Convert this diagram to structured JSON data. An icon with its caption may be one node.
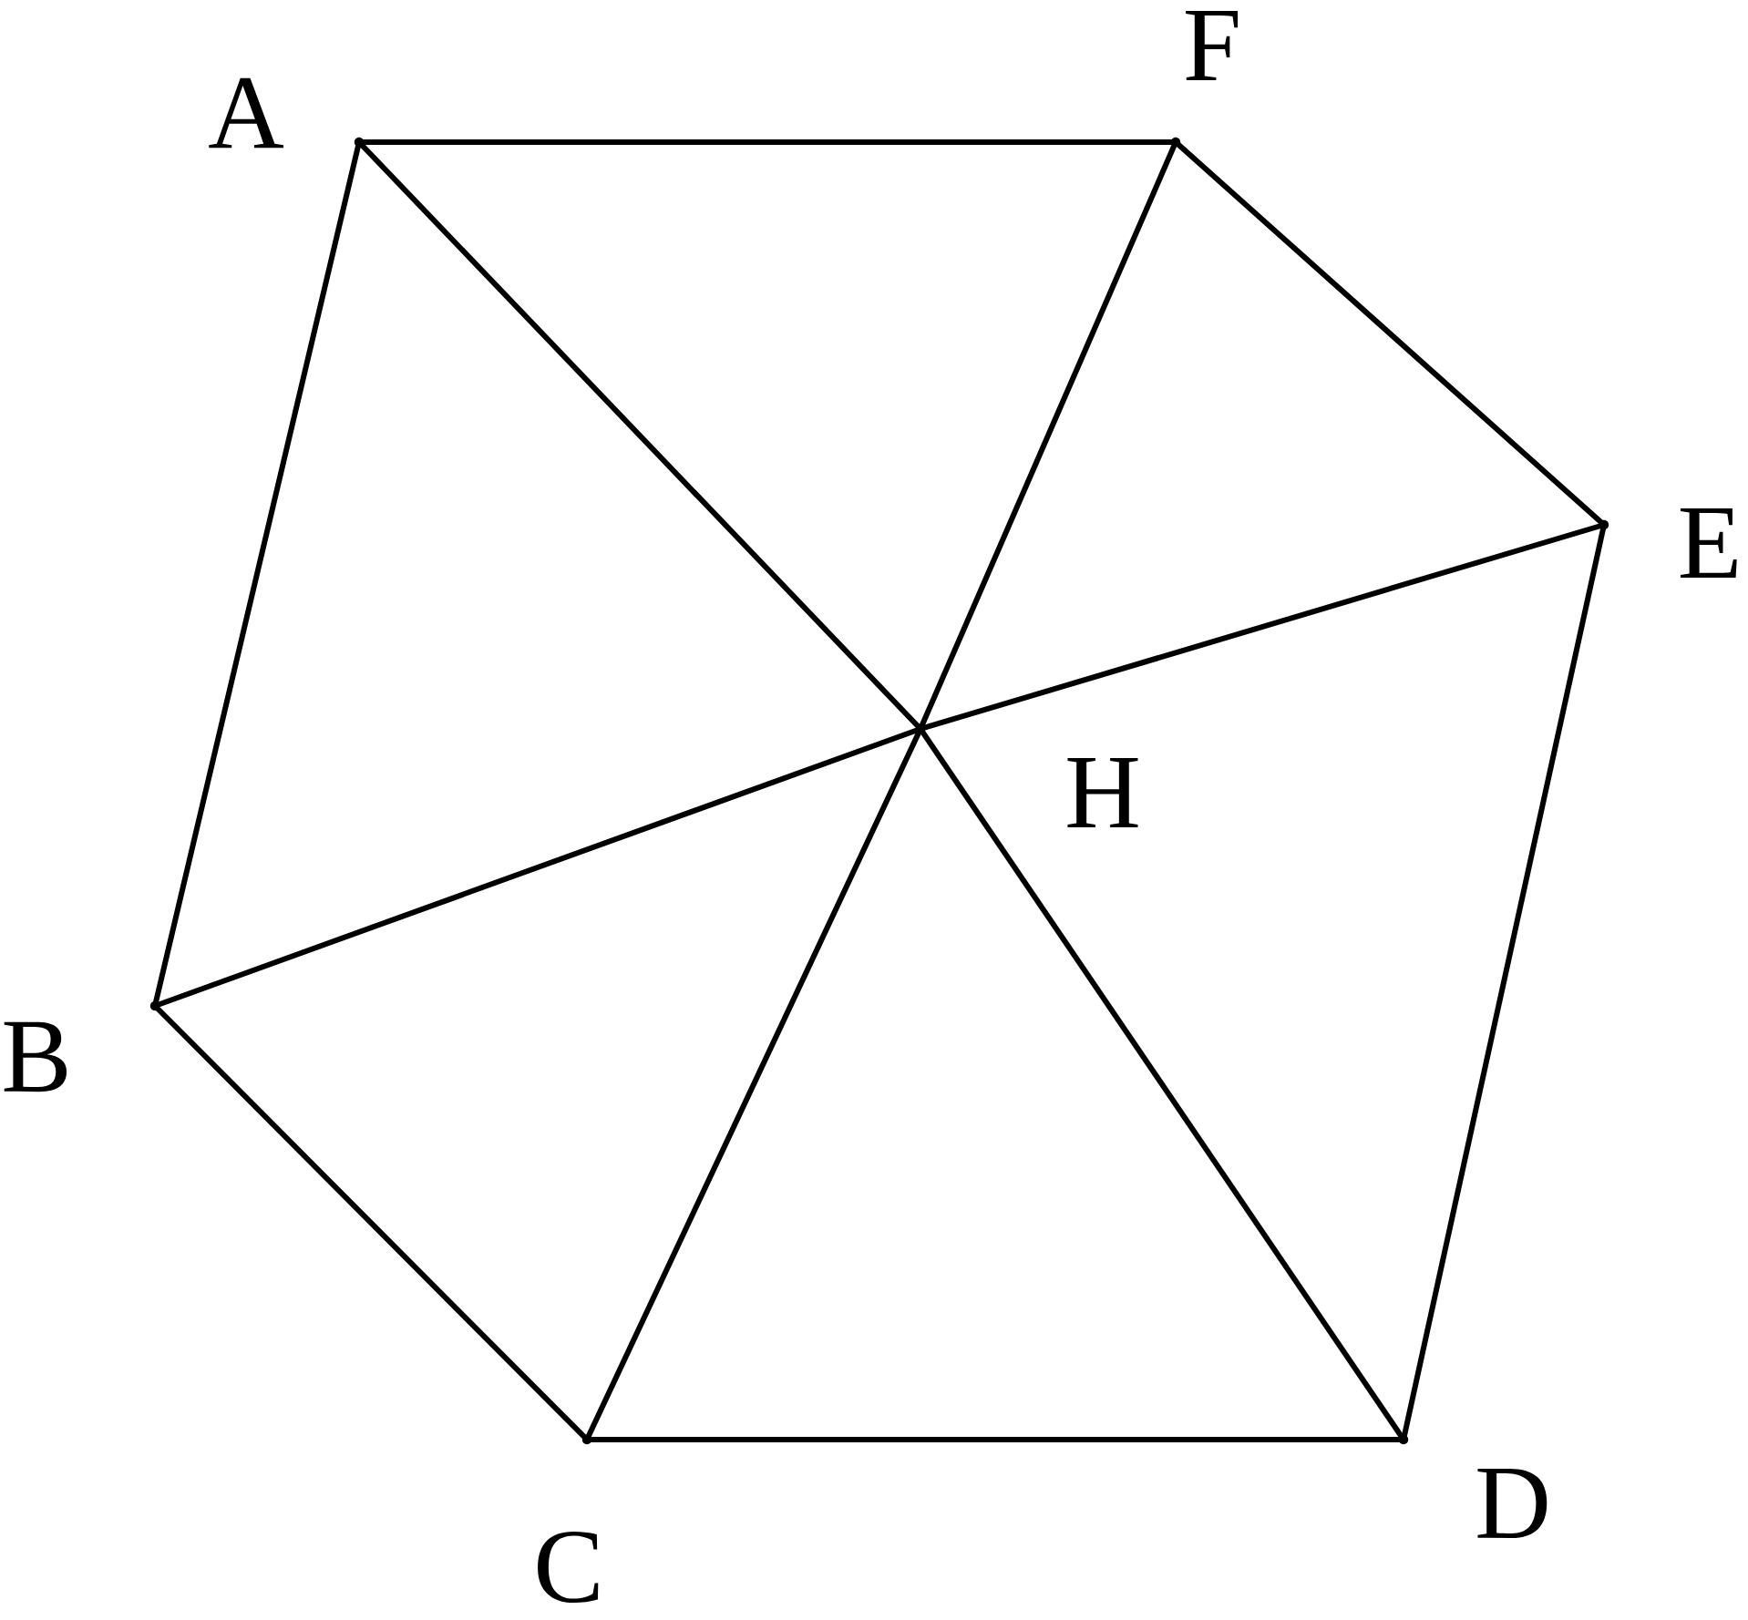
{
  "diagram": {
    "nodes": [
      {
        "text": [],
        "shape": "point"
      },
      {
        "text": [],
        "shape": "point"
      },
      {
        "text": [],
        "shape": "point"
      },
      {
        "text": [],
        "shape": "point"
      },
      {
        "text": [],
        "shape": "point"
      },
      {
        "text": [],
        "shape": "point"
      },
      {
        "text": [],
        "shape": "point"
      }
    ],
    "edges": [
      {
        "from": 0,
        "to": 5,
        "arrow": "none"
      },
      {
        "from": 5,
        "to": 4,
        "arrow": "none"
      },
      {
        "from": 4,
        "to": 3,
        "arrow": "none"
      },
      {
        "from": 3,
        "to": 2,
        "arrow": "none"
      },
      {
        "from": 2,
        "to": 1,
        "arrow": "none"
      },
      {
        "from": 1,
        "to": 0,
        "arrow": "none"
      },
      {
        "from": 0,
        "to": 6,
        "arrow": "none"
      },
      {
        "from": 6,
        "to": 3,
        "arrow": "none"
      },
      {
        "from": 5,
        "to": 6,
        "arrow": "none"
      },
      {
        "from": 6,
        "to": 2,
        "arrow": "none"
      },
      {
        "from": 4,
        "to": 6,
        "arrow": "none"
      },
      {
        "from": 6,
        "to": 1,
        "arrow": "none"
      }
    ],
    "labels": [
      "F",
      "A",
      "E",
      "H",
      "B",
      "D",
      "C"
    ]
  }
}
